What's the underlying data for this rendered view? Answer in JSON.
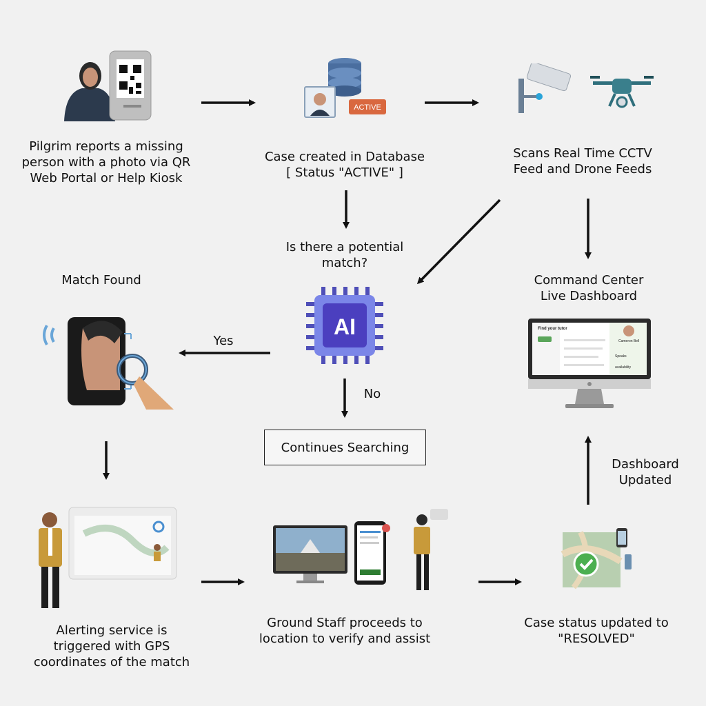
{
  "steps": {
    "report": [
      "Pilgrim reports a missing",
      "person with a photo via QR",
      "Web Portal or Help Kiosk"
    ],
    "database": [
      "Case created in Database",
      "[ Status \"ACTIVE\" ]"
    ],
    "scan": [
      "Scans Real Time CCTV",
      "Feed and Drone Feeds"
    ],
    "question": [
      "Is there a potential",
      "match?"
    ],
    "match_found": "Match Found",
    "dashboard": [
      "Command Center",
      "Live Dashboard"
    ],
    "continue": "Continues Searching",
    "alert": [
      "Alerting service is",
      "triggered with GPS",
      "coordinates of the match"
    ],
    "ground": [
      "Ground Staff proceeds to",
      "location to verify and assist"
    ],
    "resolved": [
      "Case status updated to",
      "\"RESOLVED\""
    ],
    "dashboard_updated": [
      "Dashboard",
      "Updated"
    ]
  },
  "edge_labels": {
    "yes": "Yes",
    "no": "No"
  },
  "badges": {
    "active": "ACTIVE",
    "ai": "AI"
  },
  "mini_dashboard": {
    "title": "Find your tutor",
    "profile_name": "Cameron Bell",
    "items": [
      "Speaks",
      "availability"
    ]
  },
  "colors": {
    "background": "#f1f1f1",
    "arrow": "#111111",
    "ai_chip": "#5b5ed6",
    "vest": "#c89a3a",
    "active_badge": "#d9683f",
    "check": "#4caf50"
  }
}
